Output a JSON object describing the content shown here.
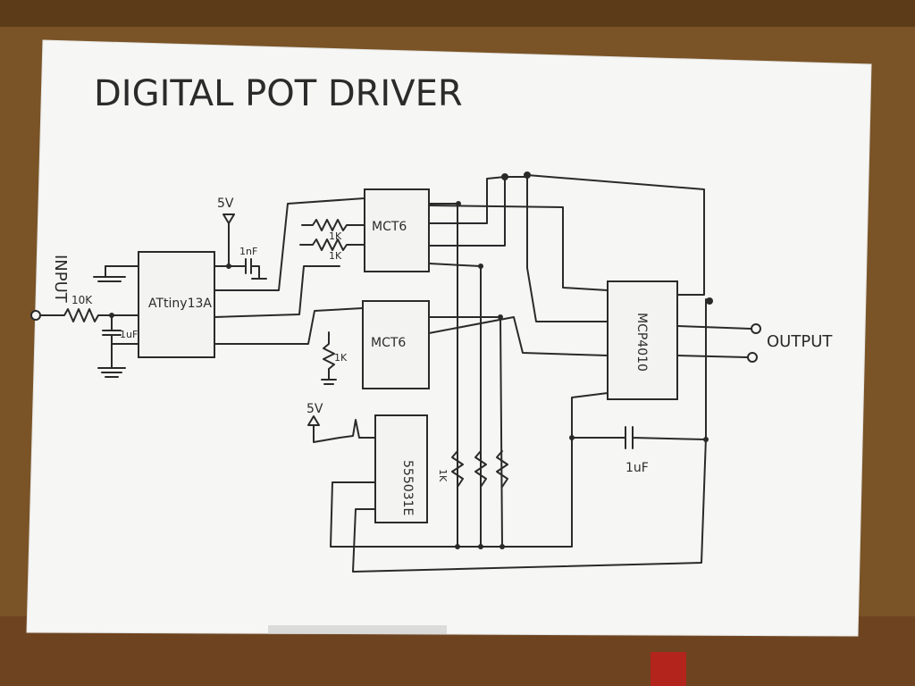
{
  "diagram": {
    "title": "DIGITAL POT DRIVER",
    "input_label": "INPUT",
    "output_label": "OUTPUT",
    "components": {
      "mcu": "ATtiny13A",
      "opto_top": "MCT6",
      "opto_bottom": "MCT6",
      "timer": "555031E",
      "digipot": "MCP4010"
    },
    "values": {
      "r_input": "10K",
      "c_input": "1uF",
      "c_vcc": "1nF",
      "r_opto_a": "1K",
      "r_opto_b": "1K",
      "r_opto_c": "1K",
      "r_divider": "1K",
      "c_output": "1uF"
    },
    "supply": {
      "mcu_supply": "5V",
      "timer_supply": "5V"
    }
  }
}
